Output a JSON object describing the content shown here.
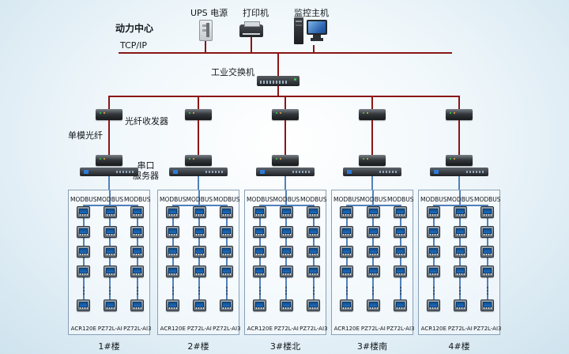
{
  "header": {
    "center_label": "动力中心",
    "devices": [
      {
        "label": "UPS 电源",
        "icon": "ups-icon"
      },
      {
        "label": "打印机",
        "icon": "printer-icon"
      },
      {
        "label": "监控主机",
        "icon": "monitoring-host-icon"
      }
    ]
  },
  "network": {
    "tcpip_label": "TCP/IP",
    "switch_label": "工业交换机",
    "switch_icon": "industrial-switch-icon",
    "fiber_transceiver_label": "光纤收发器",
    "fiber_transceiver_icon": "fiber-transceiver-icon",
    "single_mode_fiber_label": "单模光纤",
    "serial_server_line1": "串口",
    "serial_server_line2": "服务器",
    "serial_server_icon": "serial-server-icon"
  },
  "column_layout": {
    "meters_above_dots": 4,
    "meters_below_dots": 1
  },
  "groups": [
    {
      "name": "1#楼",
      "columns": [
        {
          "protocol": "MODBUS",
          "model": "ACR120E"
        },
        {
          "protocol": "MODBUS",
          "model": "PZ72L-AI"
        },
        {
          "protocol": "MODBUS",
          "model": "PZ72L-AI3"
        }
      ]
    },
    {
      "name": "2#楼",
      "columns": [
        {
          "protocol": "MODBUS",
          "model": "ACR120E"
        },
        {
          "protocol": "MODBUS",
          "model": "PZ72L-AI"
        },
        {
          "protocol": "MODBUS",
          "model": "PZ72L-AI3"
        }
      ]
    },
    {
      "name": "3#楼北",
      "columns": [
        {
          "protocol": "MODBUS",
          "model": "ACR120E"
        },
        {
          "protocol": "MODBUS",
          "model": "PZ72L-AI"
        },
        {
          "protocol": "MODBUS",
          "model": "PZ72L-AI3"
        }
      ]
    },
    {
      "name": "3#楼南",
      "columns": [
        {
          "protocol": "MODBUS",
          "model": "ACR120E"
        },
        {
          "protocol": "MODBUS",
          "model": "PZ72L-AI"
        },
        {
          "protocol": "MODBUS",
          "model": "PZ72L-AI3"
        }
      ]
    },
    {
      "name": "4#楼",
      "columns": [
        {
          "protocol": "MODBUS",
          "model": "ACR120E"
        },
        {
          "protocol": "MODBUS",
          "model": "PZ72L-AI"
        },
        {
          "protocol": "MODBUS",
          "model": "PZ72L-AI3"
        }
      ]
    }
  ],
  "colors": {
    "bus_line": "#8a1616",
    "branch_line": "#4f81bd",
    "box_border": "#87a0b8"
  }
}
